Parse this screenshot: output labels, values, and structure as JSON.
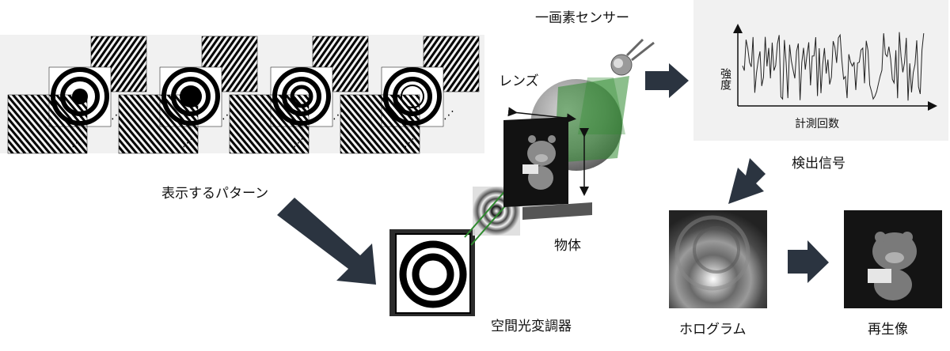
{
  "labels": {
    "pattern_label": "表示するパターン",
    "lens_label": "レンズ",
    "sensor_label": "一画素センサー",
    "object_label": "物体",
    "slm_label": "空間光変調器",
    "detect_label": "検出信号",
    "hologram_label": "ホログラム",
    "recon_label": "再生像",
    "signal_ylabel": "強度",
    "signal_xlabel": "計測回数"
  },
  "colors": {
    "arrow": "#2b3440",
    "beam": "#2f8a2f",
    "panel_bg": "#f1f1f1"
  },
  "icons": [
    "boar-with-laptop-icon",
    "photodiode-sensor-icon",
    "lens-icon",
    "arrow-icon"
  ]
}
